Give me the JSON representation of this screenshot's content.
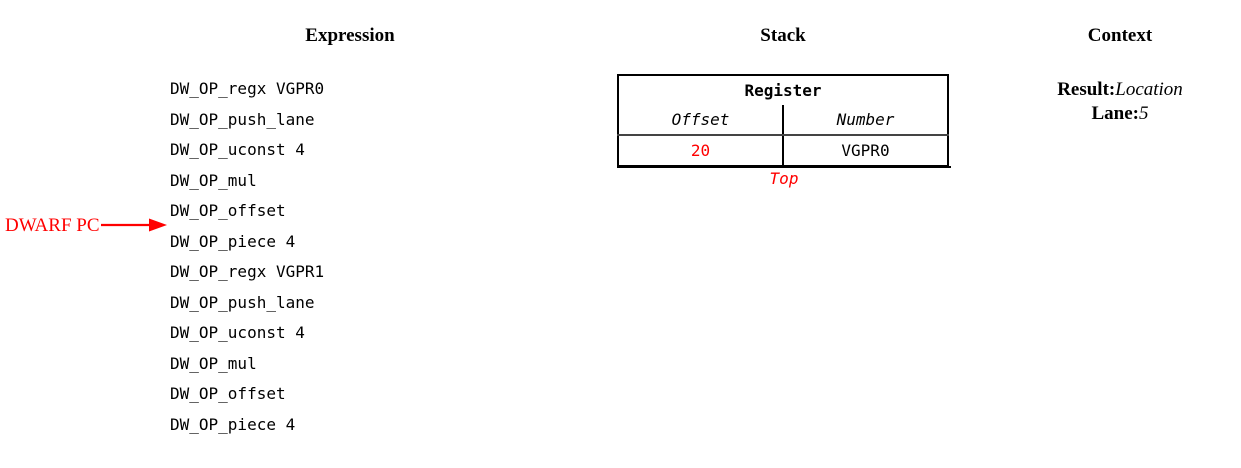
{
  "headings": {
    "expression": "Expression",
    "stack": "Stack",
    "context": "Context"
  },
  "expression": {
    "pc_label": "DWARF PC",
    "pc_arrow_icon": "arrow-right-icon",
    "pc_points_to_index": 5,
    "operations": [
      "DW_OP_regx VGPR0",
      "DW_OP_push_lane",
      "DW_OP_uconst 4",
      "DW_OP_mul",
      "DW_OP_offset",
      "DW_OP_piece 4",
      "DW_OP_regx VGPR1",
      "DW_OP_push_lane",
      "DW_OP_uconst 4",
      "DW_OP_mul",
      "DW_OP_offset",
      "DW_OP_piece 4"
    ]
  },
  "stack": {
    "entry_title": "Register",
    "column_headers": [
      "Offset",
      "Number"
    ],
    "rows": [
      {
        "offset": "20",
        "number": "VGPR0"
      }
    ],
    "top_label": "Top"
  },
  "context": {
    "rows": [
      {
        "key": "Result:",
        "value": "Location"
      },
      {
        "key": "Lane:",
        "value": "5"
      }
    ]
  },
  "colors": {
    "highlight": "#ff0000",
    "text": "#000000",
    "rule": "#444444",
    "background": "#ffffff"
  }
}
